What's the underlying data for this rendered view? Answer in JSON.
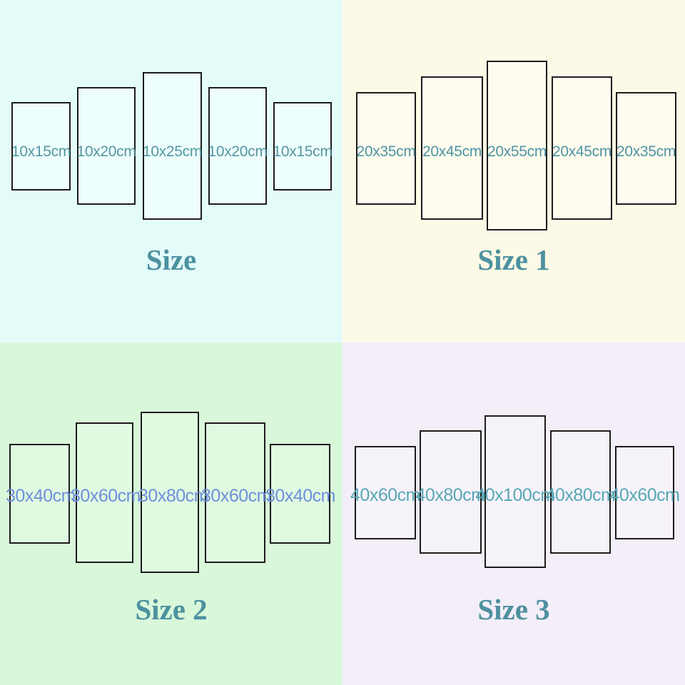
{
  "page": {
    "border_color": "#1c1c1c",
    "title_color": "#4e91a0"
  },
  "quadrants": [
    {
      "name": "size",
      "title": "Size",
      "bg_color": "#e3fcfa",
      "panel_color": "#edfefc",
      "label_color": "#5596a3",
      "panels": [
        "10x15cm",
        "10x20cm",
        "10x25cm",
        "10x20cm",
        "10x15cm"
      ]
    },
    {
      "name": "size-1",
      "title": "Size 1",
      "bg_color": "#fcfae6",
      "panel_color": "#fdfcee",
      "label_color": "#4f93a4",
      "panels": [
        "20x35cm",
        "20x45cm",
        "20x55cm",
        "20x45cm",
        "20x35cm"
      ]
    },
    {
      "name": "size-2",
      "title": "Size 2",
      "bg_color": "#d9f8da",
      "panel_color": "#e0fae1",
      "label_color": "#6e8fdb",
      "panels": [
        "30x40cm",
        "30x60cm",
        "30x80cm",
        "30x60cm",
        "30x40cm"
      ]
    },
    {
      "name": "size-3",
      "title": "Size 3",
      "bg_color": "#f3eef8",
      "panel_color": "#f7f3fb",
      "label_color": "#58a8b3",
      "panels": [
        "40x60cm",
        "40x80cm",
        "40x100cm",
        "40x80cm",
        "40x60cm"
      ]
    }
  ]
}
